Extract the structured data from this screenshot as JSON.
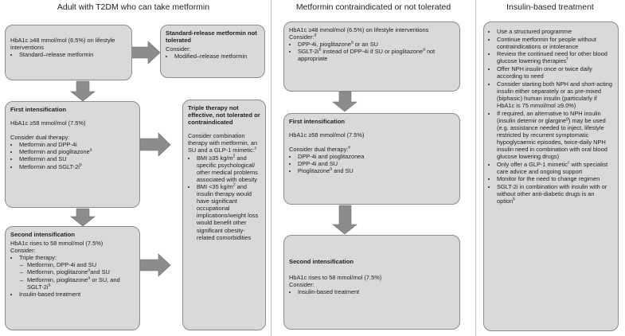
{
  "columns": {
    "col1_title": "Adult with T2DM who can take metformin",
    "col2_title": "Metformin contraindicated or not tolerated",
    "col3_title": "Insulin-based treatment"
  },
  "col1": {
    "initial": {
      "text": "HbA1c ≥48 mmol/mol (6.5%) on lifestyle interventions",
      "bullet": "Standard–release metformin"
    },
    "not_tolerated": {
      "title": "Standard-release metformin not tolerated",
      "consider": "Consider:",
      "bullet": "Modified–release metformin"
    },
    "first": {
      "title": "First intensification",
      "hba1c": "HbA1c ≥58 mmol/mol (7.5%)",
      "consider": "Consider dual therapy:",
      "bullets": [
        "Metformin and DPP-4i",
        "Metformin and pioglitazone",
        "Metformin and SU",
        "Metformin and SGLT-2i"
      ],
      "sup_a": "a",
      "sup_b": "b"
    },
    "triple": {
      "title": "Triple therapy not effective, not tolerated or contraindicated",
      "consider": "Consider combination therapy with metformin, an SU and a GLP-1 mimetic:",
      "sup_c": "c",
      "b1_pre": "BMI ≥35 kg/m",
      "sup_2": "2",
      "b1_post": " and specific psychological/ other medical problems associated with obesity",
      "b2_pre": "BMI <35 kg/m",
      "b2_post": " and insulin therapy would have significant occupational implications/weight loss would benefit other significant obesity-related comorbidities"
    },
    "second": {
      "title": "Second intensification",
      "hba1c": "HbA1c rises to 58 mmol/mol (7.5%)",
      "consider": "Consider:",
      "triple_label": "Triple therapy:",
      "sub1": "Metformin, DPP-4i and SU",
      "sub2_pre": "Metformin, pioglitazone",
      "sub2_post": "and SU",
      "sub3_pre": "Metformin, pioglitazone",
      "sub3_post": "or SU, and SGLT-2i",
      "insulin": "Insulin-based treatment"
    }
  },
  "col2": {
    "initial": {
      "text": "HbA1c ≥48 mmol/mol (6.5%) on lifestyle interventions",
      "consider": "Consider:",
      "sup_d": "d",
      "b1_pre": "DPP-4i, pioglitazone",
      "b1_post": " or an SU",
      "b2_pre": "SGLT-2i",
      "b2_mid": " instead of DPP-4i if SU or pioglitazone",
      "b2_post": " not appropriate"
    },
    "first": {
      "title": "First intensification",
      "hba1c": "HbA1c ≥58 mmol/mol (7.5%)",
      "consider": "Consider dual therapy:",
      "sup_e": "e",
      "bullets": [
        "DPP-4i and pioglitazonea",
        "DPP-4i and SU"
      ],
      "b3_pre": "Pioglitazone",
      "b3_post": " and SU"
    },
    "second": {
      "title": "Second intensification",
      "hba1c": "HbA1c rises to 58 mmol/mol (7.5%)",
      "consider": "Consider:",
      "bullet": "Insulin-based treatment"
    }
  },
  "col3": {
    "b1": "Use a structured programme",
    "b2": "Continue metformin for people without contraindications or intolerance",
    "b3_pre": "Review the continued need for other blood glucose lowering therapies",
    "sup_f": "f",
    "b4": "Offer NPH insulin once or twice daily according to need",
    "b5": "Consider starting both NPH and short-acting insulin either separately or as pre-mixed (biphasic) human insulin (particularly if HbA1c is 75 mmol/mol ≥9.0%)",
    "b6_pre": "If required, an alternative to NPH insulin (insulin detemir or glargine",
    "sup_g": "g",
    "b6_post": ") may be used (e.g. assistance needed to inject, lifestyle restricted by recurrent symptomatic hypoglycaemic episodes, twice-daily NPH insulin need in combination with oral blood glucose lowering drugs)",
    "b7_pre": "Only offer a GLP-1 mimetic",
    "sup_c": "c",
    "b7_post": " with specialist care advice and ongoing support",
    "b8": "Monitor for the need to change regimen",
    "b9_pre": "SGLT-2i in combination with insulin with or without other anti-diabetic drugs is an option",
    "sup_b": "b"
  },
  "colors": {
    "box_fill": "#d9d9d9",
    "box_border": "#8c8c8c",
    "arrow_fill": "#8c8c8c",
    "divider": "#bdbdbd"
  }
}
